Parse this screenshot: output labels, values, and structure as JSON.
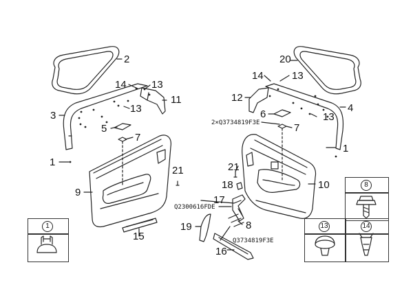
{
  "callouts": {
    "n1_left": "1",
    "n2": "2",
    "n3": "3",
    "n14_left": "14",
    "n13_left_a": "13",
    "n11": "11",
    "n13_left_b": "13",
    "n5": "5",
    "n7_left": "7",
    "n21_left": "21",
    "n9": "9",
    "n15": "15",
    "n20": "20",
    "n14_right": "14",
    "n13_right_a": "13",
    "n12": "12",
    "n6": "6",
    "n13_right_b": "13",
    "n4": "4",
    "n7_right": "7",
    "n1_right": "1",
    "n21_right": "21",
    "n18": "18",
    "n10": "10",
    "n17": "17",
    "n19": "19",
    "n8": "8",
    "n16": "16"
  },
  "part_numbers": {
    "pn_right_top": "2×Q3734819F3E",
    "pn_left_mid": "Q2300616FDE",
    "pn_lower": "Q3734819F3E"
  },
  "legend": {
    "clip_1": "1",
    "clip_8": "8",
    "clip_13": "13",
    "clip_14": "14"
  },
  "icons": [
    "push-clip-icon",
    "screw-icon",
    "plug-clip-icon",
    "retainer-clip-icon"
  ]
}
